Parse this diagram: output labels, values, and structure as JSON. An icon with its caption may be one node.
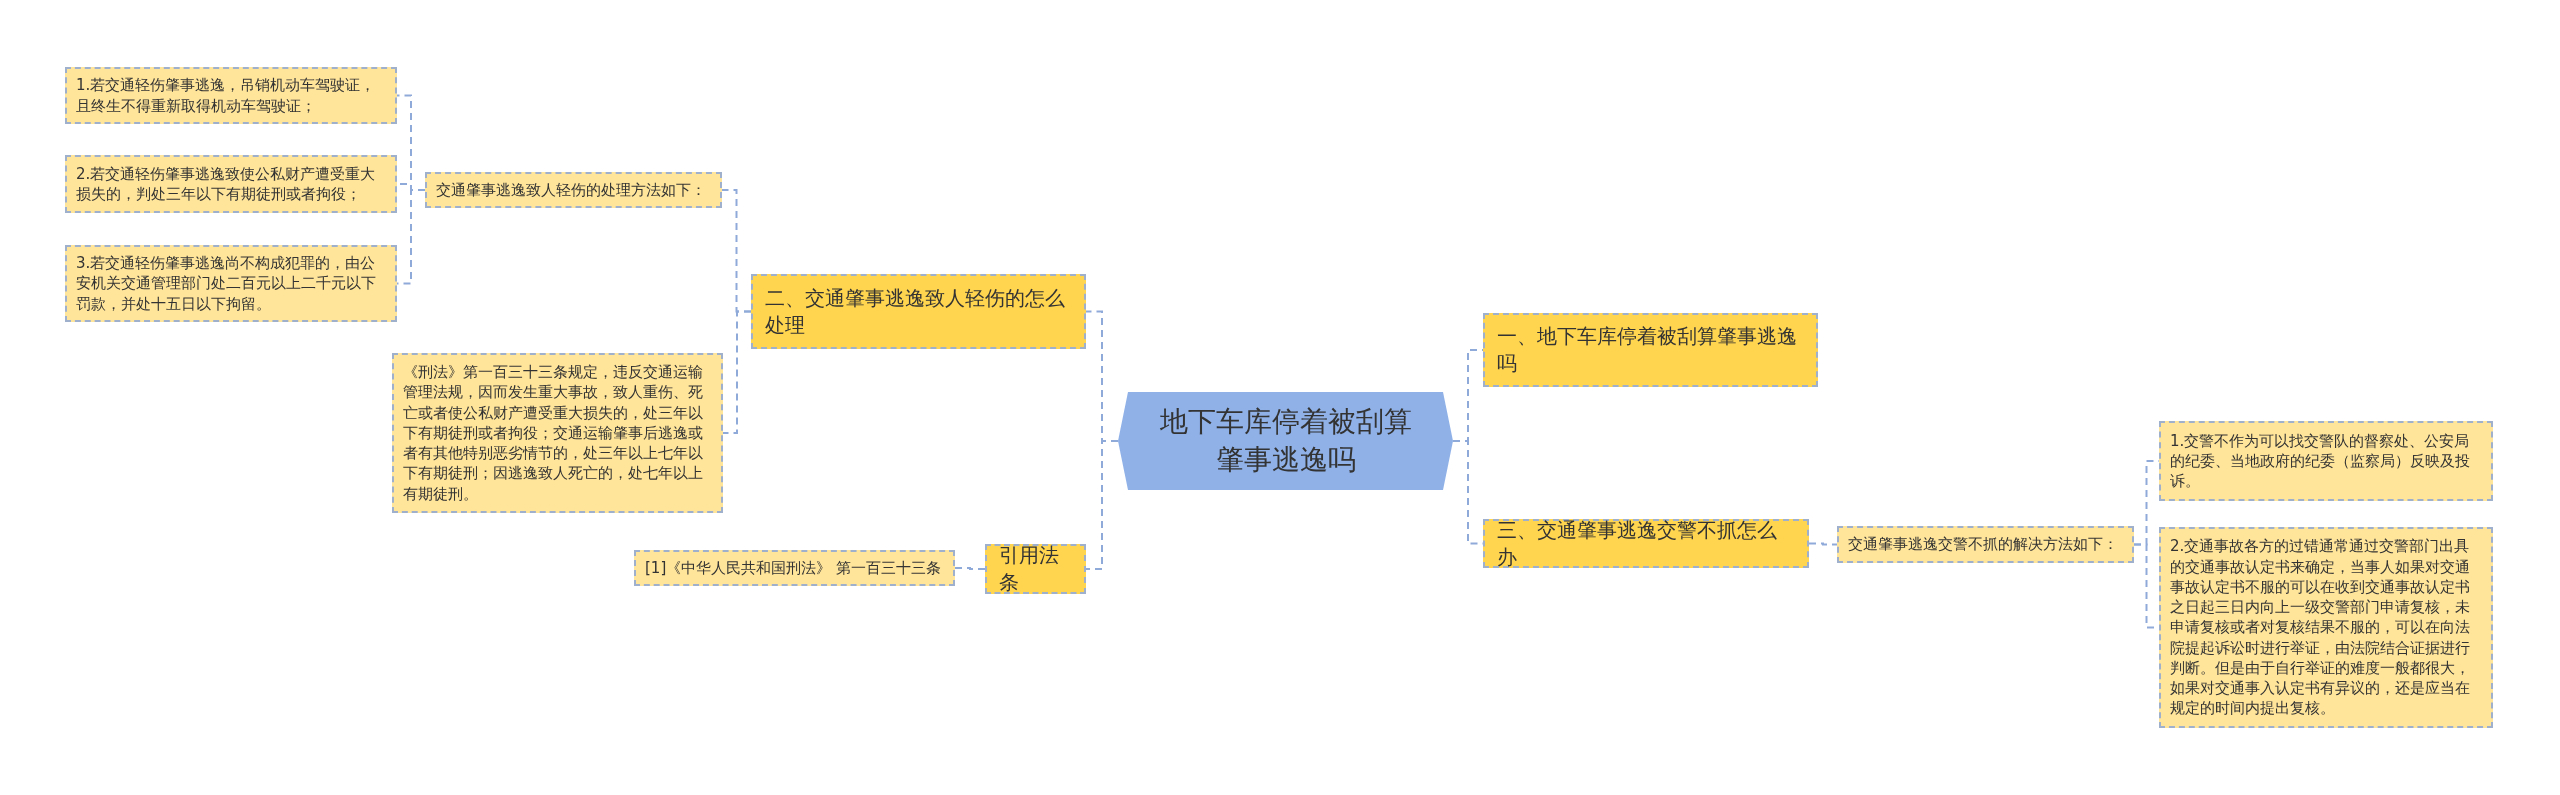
{
  "diagram": {
    "nodes": [
      {
        "text": [
          "地下车库停着被刮算肇事逃逸吗"
        ]
      },
      {
        "text": [
          "一、地下车库停着被刮算肇事逃逸吗"
        ]
      },
      {
        "text": [
          "三、交通肇事逃逸交警不抓怎么办"
        ]
      },
      {
        "text": [
          "交通肇事逃逸交警不抓的解决方法如下："
        ]
      },
      {
        "text": [
          "1.交警不作为可以找交警队的督察处、公安局的纪委、当地政府的纪委（监察局）反映及投诉。"
        ]
      },
      {
        "text": [
          "2.交通事故各方的过错通常通过交警部门出具的交通事故认定书来确定，当事人如果对交通事故认定书不服的可以在收到交通事故认定书之日起三日内向上一级交警部门申请复核，未申请复核或者对复核结果不服的，可以在向法院提起诉讼时进行举证，由法院结合证据进行判断。但是由于自行举证的难度一般都很大，如果对交通事入认定书有异议的，还是应当在规定的时间内提出复核。"
        ]
      },
      {
        "text": [
          "二、交通肇事逃逸致人轻伤的怎么处理"
        ]
      },
      {
        "text": [
          "交通肇事逃逸致人轻伤的处理方法如下："
        ]
      },
      {
        "text": [
          "1.若交通轻伤肇事逃逸，吊销机动车驾驶证，且终生不得重新取得机动车驾驶证；"
        ]
      },
      {
        "text": [
          "2.若交通轻伤肇事逃逸致使公私财产遭受重大损失的，判处三年以下有期徒刑或者拘役；"
        ]
      },
      {
        "text": [
          "3.若交通轻伤肇事逃逸尚不构成犯罪的，由公安机关交通管理部门处二百元以上二千元以下罚款，并处十五日以下拘留。"
        ]
      },
      {
        "text": [
          "《刑法》第一百三十三条规定，违反交通运输管理法规，因而发生重大事故，致人重伤、死亡或者使公私财产遭受重大损失的，处三年以下有期徒刑或者拘役；交通运输肇事后逃逸或者有其他特别恶劣情节的，处三年以上七年以下有期徒刑；因逃逸致人死亡的，处七年以上有期徒刑。"
        ]
      },
      {
        "text": [
          "引用法条"
        ]
      },
      {
        "text": [
          "[1]《中华人民共和国刑法》 第一百三十三条"
        ]
      }
    ],
    "edges": [
      {
        "from": 0,
        "to": 1,
        "arrow": "none"
      },
      {
        "from": 0,
        "to": 2,
        "arrow": "none"
      },
      {
        "from": 2,
        "to": 3,
        "arrow": "none"
      },
      {
        "from": 3,
        "to": 4,
        "arrow": "none"
      },
      {
        "from": 3,
        "to": 5,
        "arrow": "none"
      },
      {
        "from": 0,
        "to": 6,
        "arrow": "none"
      },
      {
        "from": 6,
        "to": 7,
        "arrow": "none"
      },
      {
        "from": 7,
        "to": 8,
        "arrow": "none"
      },
      {
        "from": 7,
        "to": 9,
        "arrow": "none"
      },
      {
        "from": 7,
        "to": 10,
        "arrow": "none"
      },
      {
        "from": 6,
        "to": 11,
        "arrow": "none"
      },
      {
        "from": 0,
        "to": 12,
        "arrow": "none"
      },
      {
        "from": 12,
        "to": 13,
        "arrow": "none"
      }
    ]
  }
}
